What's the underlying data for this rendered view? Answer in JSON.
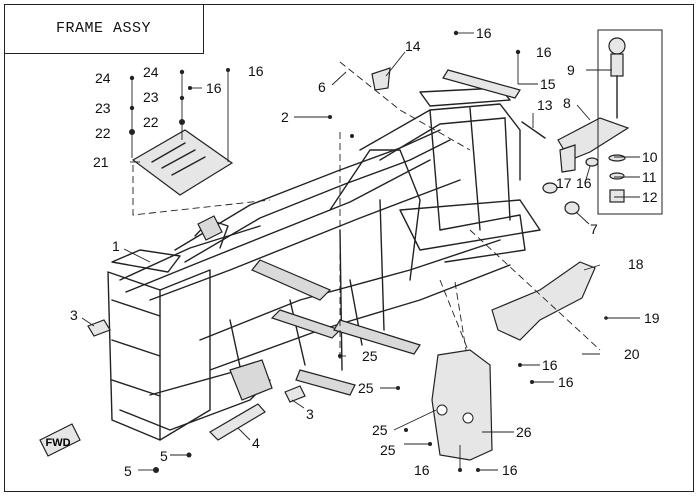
{
  "diagram": {
    "title": "FRAME ASSY",
    "fwd_label": "FWD",
    "callouts": [
      {
        "id": "c1",
        "label": "1"
      },
      {
        "id": "c2",
        "label": "2"
      },
      {
        "id": "c3a",
        "label": "3"
      },
      {
        "id": "c3b",
        "label": "3"
      },
      {
        "id": "c4",
        "label": "4"
      },
      {
        "id": "c5a",
        "label": "5"
      },
      {
        "id": "c5b",
        "label": "5"
      },
      {
        "id": "c6",
        "label": "6"
      },
      {
        "id": "c7",
        "label": "7"
      },
      {
        "id": "c8",
        "label": "8"
      },
      {
        "id": "c9",
        "label": "9"
      },
      {
        "id": "c10",
        "label": "10"
      },
      {
        "id": "c11",
        "label": "11"
      },
      {
        "id": "c12",
        "label": "12"
      },
      {
        "id": "c13",
        "label": "13"
      },
      {
        "id": "c14",
        "label": "14"
      },
      {
        "id": "c15",
        "label": "15"
      },
      {
        "id": "c16a",
        "label": "16"
      },
      {
        "id": "c16b",
        "label": "16"
      },
      {
        "id": "c16c",
        "label": "16"
      },
      {
        "id": "c16d",
        "label": "16"
      },
      {
        "id": "c16e",
        "label": "16"
      },
      {
        "id": "c16f",
        "label": "16"
      },
      {
        "id": "c16g",
        "label": "16"
      },
      {
        "id": "c16h",
        "label": "16"
      },
      {
        "id": "c16i",
        "label": "16"
      },
      {
        "id": "c17",
        "label": "17"
      },
      {
        "id": "c18",
        "label": "18"
      },
      {
        "id": "c19",
        "label": "19"
      },
      {
        "id": "c20",
        "label": "20"
      },
      {
        "id": "c21",
        "label": "21"
      },
      {
        "id": "c22a",
        "label": "22"
      },
      {
        "id": "c22b",
        "label": "22"
      },
      {
        "id": "c23a",
        "label": "23"
      },
      {
        "id": "c23b",
        "label": "23"
      },
      {
        "id": "c24a",
        "label": "24"
      },
      {
        "id": "c24b",
        "label": "24"
      },
      {
        "id": "c25a",
        "label": "25"
      },
      {
        "id": "c25b",
        "label": "25"
      },
      {
        "id": "c25c",
        "label": "25"
      },
      {
        "id": "c25d",
        "label": "25"
      },
      {
        "id": "c26",
        "label": "26"
      }
    ]
  }
}
